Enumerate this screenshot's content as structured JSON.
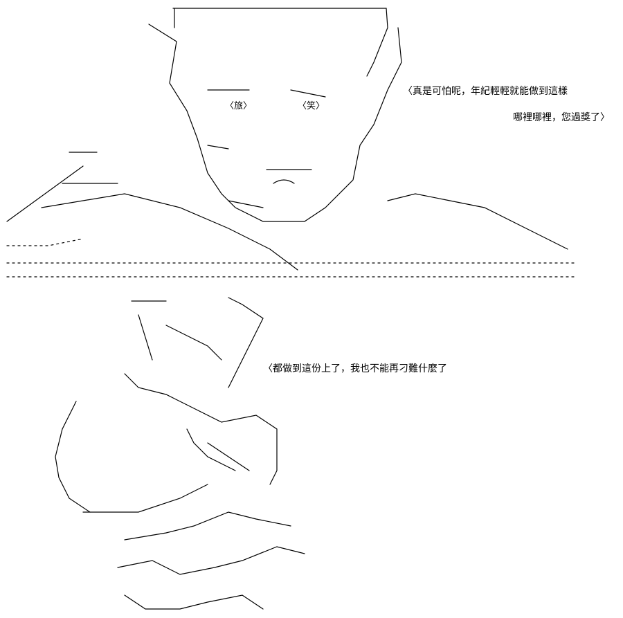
{
  "dialogue": {
    "panel_top_line_1": "〈真是可怕呢，年紀輕輕就能做到這樣",
    "panel_top_line_2": "哪裡哪裡，您過獎了〉",
    "panel_bottom_line_1": "〈都做到這份上了，我也不能再刁難什麼了"
  },
  "art": {
    "panel_top_label_left": "〈旅〉",
    "panel_top_label_right": "〈笑〉",
    "ink_color": "#000000",
    "background_color": "#ffffff"
  }
}
